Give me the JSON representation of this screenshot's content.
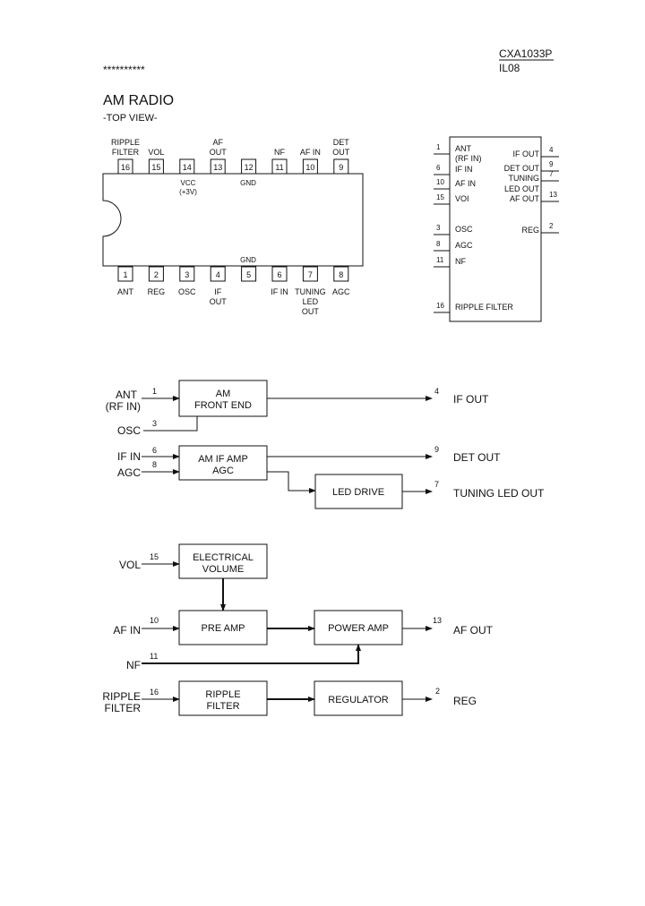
{
  "header": {
    "part_number": "CXA1033P",
    "code": "IL08",
    "stars": "**********"
  },
  "titles": {
    "main": "AM RADIO",
    "view": "-TOP VIEW-"
  },
  "package": {
    "top_pins": [
      {
        "num": "16",
        "label1": "RIPPLE",
        "label2": "FILTER"
      },
      {
        "num": "15",
        "label1": "",
        "label2": "VOL"
      },
      {
        "num": "14",
        "label1": "",
        "label2": ""
      },
      {
        "num": "13",
        "label1": "AF",
        "label2": "OUT"
      },
      {
        "num": "12",
        "label1": "",
        "label2": ""
      },
      {
        "num": "11",
        "label1": "",
        "label2": "NF"
      },
      {
        "num": "10",
        "label1": "",
        "label2": "AF IN"
      },
      {
        "num": "9",
        "label1": "DET",
        "label2": "OUT"
      }
    ],
    "bottom_pins": [
      {
        "num": "1",
        "label1": "ANT",
        "label2": "",
        "label3": ""
      },
      {
        "num": "2",
        "label1": "REG",
        "label2": "",
        "label3": ""
      },
      {
        "num": "3",
        "label1": "OSC",
        "label2": "",
        "label3": ""
      },
      {
        "num": "4",
        "label1": "IF",
        "label2": "OUT",
        "label3": ""
      },
      {
        "num": "5",
        "label1": "",
        "label2": "",
        "label3": ""
      },
      {
        "num": "6",
        "label1": "IF IN",
        "label2": "",
        "label3": ""
      },
      {
        "num": "7",
        "label1": "TUNING",
        "label2": "LED",
        "label3": "OUT"
      },
      {
        "num": "8",
        "label1": "AGC",
        "label2": "",
        "label3": ""
      }
    ],
    "inner": {
      "vcc1": "VCC",
      "vcc2": "(+3V)",
      "gnd_top": "GND",
      "gnd_bottom": "GND"
    }
  },
  "symbol": {
    "left": [
      {
        "num": "1",
        "label": "ANT"
      },
      {
        "num": "",
        "label": "(RF IN)"
      },
      {
        "num": "6",
        "label": "IF IN"
      },
      {
        "num": "10",
        "label": "AF IN"
      },
      {
        "num": "15",
        "label": "VOI"
      },
      {
        "num": "3",
        "label": "OSC"
      },
      {
        "num": "8",
        "label": "AGC"
      },
      {
        "num": "11",
        "label": "NF"
      },
      {
        "num": "16",
        "label": "RIPPLE FILTER"
      }
    ],
    "right": [
      {
        "num": "4",
        "label": "IF OUT"
      },
      {
        "num": "9",
        "label": "DET OUT"
      },
      {
        "num": "7",
        "label": "TUNING"
      },
      {
        "num": "",
        "label": "LED OUT"
      },
      {
        "num": "13",
        "label": "AF OUT"
      },
      {
        "num": "2",
        "label": "REG"
      }
    ]
  },
  "block": {
    "front_end": {
      "line1": "AM",
      "line2": "FRONT END"
    },
    "if_amp": {
      "line1": "AM IF AMP",
      "line2": "AGC"
    },
    "led_drive": "LED DRIVE",
    "elec_vol": {
      "line1": "ELECTRICAL",
      "line2": "VOLUME"
    },
    "pre_amp": "PRE AMP",
    "power_amp": "POWER AMP",
    "ripple": {
      "line1": "RIPPLE",
      "line2": "FILTER"
    },
    "regulator": "REGULATOR",
    "signals": {
      "ant": "ANT",
      "rf_in": "(RF IN)",
      "osc": "OSC",
      "if_in": "IF IN",
      "agc": "AGC",
      "vol": "VOL",
      "af_in": "AF IN",
      "nf": "NF",
      "ripple1": "RIPPLE",
      "ripple2": "FILTER",
      "if_out": "IF OUT",
      "det_out": "DET OUT",
      "tuning_led_out": "TUNING LED OUT",
      "af_out": "AF OUT",
      "reg": "REG"
    },
    "pins": {
      "p1": "1",
      "p3": "3",
      "p6": "6",
      "p8": "8",
      "p15": "15",
      "p10": "10",
      "p11": "11",
      "p16": "16",
      "p4": "4",
      "p9": "9",
      "p7": "7",
      "p13": "13",
      "p2": "2"
    }
  }
}
